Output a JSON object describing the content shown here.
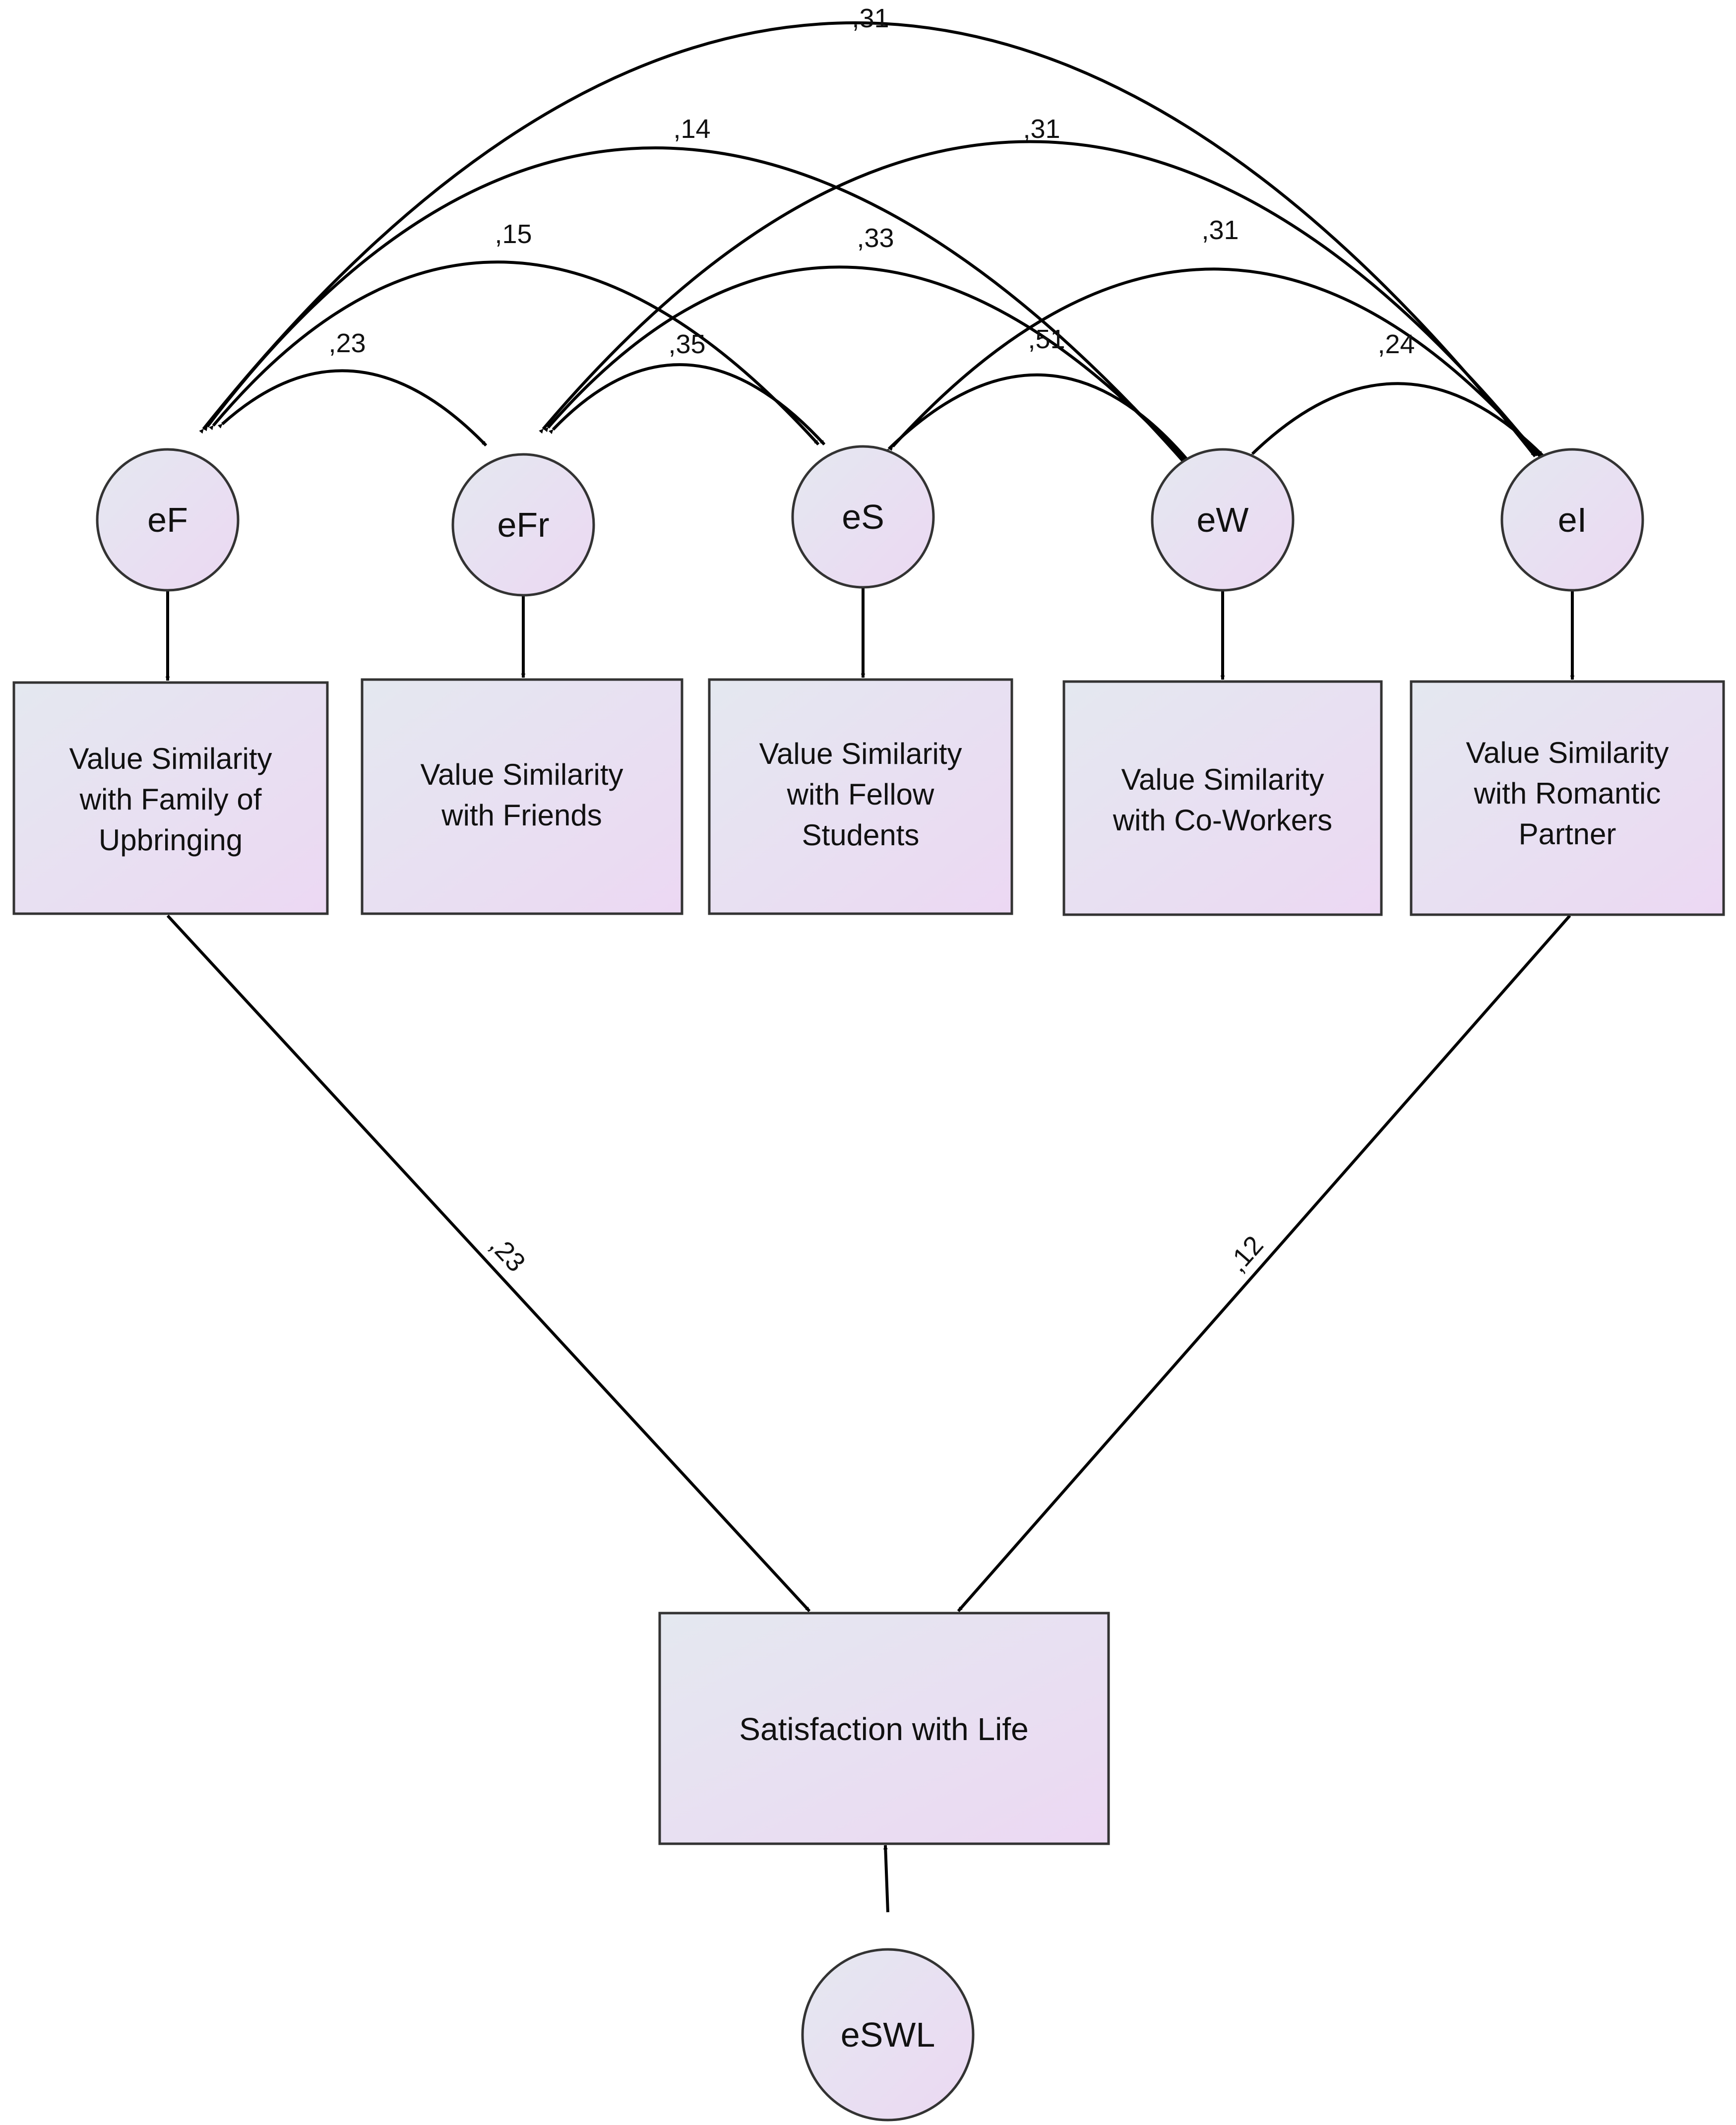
{
  "error_terms": [
    {
      "id": "eF",
      "label": "eF"
    },
    {
      "id": "eFr",
      "label": "eFr"
    },
    {
      "id": "eS",
      "label": "eS"
    },
    {
      "id": "eW",
      "label": "eW"
    },
    {
      "id": "eI",
      "label": "eI"
    },
    {
      "id": "eSWL",
      "label": "eSWL"
    }
  ],
  "observed_variables": [
    {
      "id": "family",
      "lines": [
        "Value Similarity",
        "with Family of",
        "Upbringing"
      ]
    },
    {
      "id": "friends",
      "lines": [
        "Value Similarity",
        "with Friends"
      ]
    },
    {
      "id": "students",
      "lines": [
        "Value Similarity",
        "with Fellow",
        "Students"
      ]
    },
    {
      "id": "coworkers",
      "lines": [
        "Value Similarity",
        "with Co-Workers"
      ]
    },
    {
      "id": "partner",
      "lines": [
        "Value Similarity",
        "with Romantic",
        "Partner"
      ]
    },
    {
      "id": "swl",
      "lines": [
        "Satisfaction with Life"
      ]
    }
  ],
  "correlations": [
    {
      "from": "eF",
      "to": "eFr",
      "label": ",23"
    },
    {
      "from": "eFr",
      "to": "eS",
      "label": ",35"
    },
    {
      "from": "eS",
      "to": "eW",
      "label": ",51"
    },
    {
      "from": "eW",
      "to": "eI",
      "label": ",24"
    },
    {
      "from": "eF",
      "to": "eS",
      "label": ",15"
    },
    {
      "from": "eFr",
      "to": "eW",
      "label": ",33"
    },
    {
      "from": "eS",
      "to": "eI",
      "label": ",31"
    },
    {
      "from": "eF",
      "to": "eW",
      "label": ",14"
    },
    {
      "from": "eFr",
      "to": "eI",
      "label": ",31"
    },
    {
      "from": "eF",
      "to": "eI",
      "label": ",31"
    }
  ],
  "paths": [
    {
      "from": "family",
      "to": "swl",
      "label": ",23"
    },
    {
      "from": "partner",
      "to": "swl",
      "label": ",12"
    }
  ],
  "colors": {
    "fill_light": "#e4e8f0",
    "fill_pink": "#ecd8f3",
    "stroke": "#000000"
  }
}
